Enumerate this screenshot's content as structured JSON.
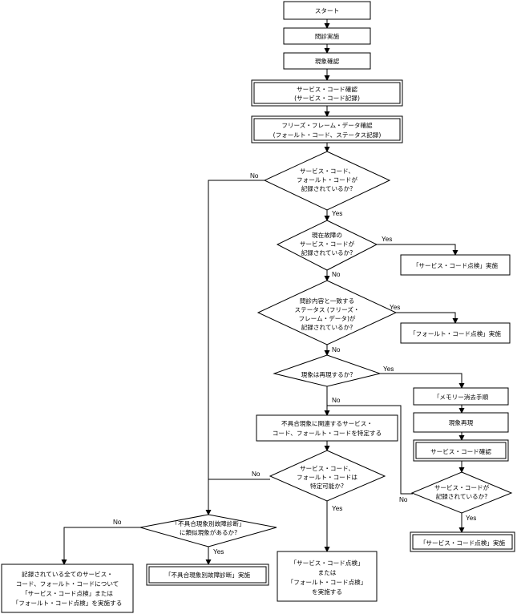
{
  "flowchart": {
    "start": "スタート",
    "interview": "問診実施",
    "symptom_check": "現象確認",
    "service_code_check": [
      "サービス・コード確認",
      "(サービス・コード記録)"
    ],
    "freeze_frame_check": [
      "フリーズ・フレーム・データ確認",
      "(フォールト・コード、ステータス記録)"
    ],
    "q_codes_recorded": [
      "サービス・コード、",
      "フォールト・コードが",
      "記録されているか?"
    ],
    "q_current_fault": [
      "現在故障の",
      "サービス・コードが",
      "記録されているか?"
    ],
    "act_service_code_inspection": "「サービス・コード点検」実施",
    "q_status_match": [
      "問診内容と一致する",
      "ステータス (フリーズ・",
      "フレーム・データ)が",
      "記録されているか?"
    ],
    "act_fault_code_inspection": "「フォールト・コード点検」実施",
    "q_reproduce": "現象は再現するか?",
    "memory_clear": "「メモリー消去手順",
    "reproduce": "現象再現",
    "service_code_confirm": "サービス・コード確認",
    "q_service_code_recorded": [
      "サービス・コードが",
      "記録されているか?"
    ],
    "act_service_code_inspection_2": "「サービス・コード点検」実施",
    "identify_codes": [
      "不具合現象に関連するサービス・",
      "コード、フォールト・コードを特定する"
    ],
    "q_identifiable": [
      "サービス・コード、",
      "フォールト・コードは",
      "特定可能か?"
    ],
    "result_inspection": [
      "「サービス・コード点検」",
      "または",
      "「フォールト・コード点検」",
      "を実施する"
    ],
    "q_similar_symptom": [
      "「不具合現象別故障診断」",
      "に類似現象があるか?"
    ],
    "act_symptom_diagnosis": "「不具合現象別故障診断」実施",
    "result_all_codes": [
      "記録されている全てのサービス・",
      "コード、フォールト・コードについて",
      "「サービス・コード点検」または",
      "「フォールト・コード点検」を実施する"
    ]
  },
  "labels": {
    "yes": "Yes",
    "no": "No"
  },
  "colors": {
    "stroke": "#000000",
    "fill": "#ffffff",
    "text": "#000000"
  }
}
